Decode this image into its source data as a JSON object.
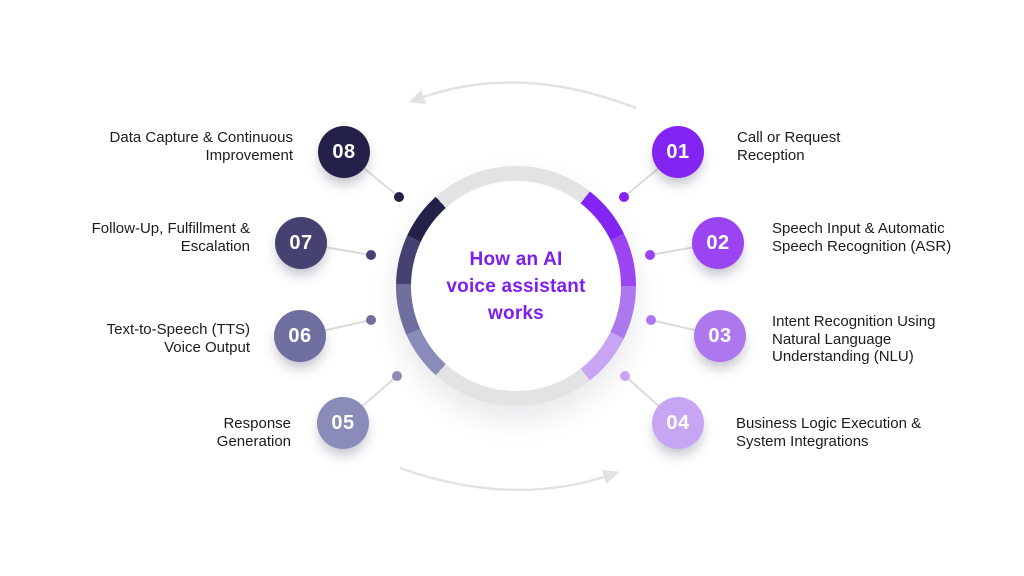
{
  "title": {
    "lines": [
      "How an AI",
      "voice assistant",
      "works"
    ],
    "color": "#7D1EEF"
  },
  "steps": [
    {
      "number": "01",
      "label_lines": [
        "Call or Request",
        "Reception"
      ],
      "color": "#8224F2"
    },
    {
      "number": "02",
      "label_lines": [
        "Speech Input & Automatic",
        "Speech Recognition (ASR)"
      ],
      "color": "#9B45F2"
    },
    {
      "number": "03",
      "label_lines": [
        "Intent Recognition Using",
        "Natural Language",
        "Understanding (NLU)"
      ],
      "color": "#AD78EE"
    },
    {
      "number": "04",
      "label_lines": [
        "Business Logic Execution &",
        "System Integrations"
      ],
      "color": "#C7A5F2"
    },
    {
      "number": "05",
      "label_lines": [
        "Response",
        "Generation"
      ],
      "color": "#8B8BBA"
    },
    {
      "number": "06",
      "label_lines": [
        "Text-to-Speech (TTS)",
        "Voice Output"
      ],
      "color": "#6E6E9F"
    },
    {
      "number": "07",
      "label_lines": [
        "Follow-Up, Fulfillment &",
        "Escalation"
      ],
      "color": "#454272"
    },
    {
      "number": "08",
      "label_lines": [
        "Data Capture & Continuous",
        "Improvement"
      ],
      "color": "#232148"
    }
  ],
  "ring": {
    "track_color": "#E3E3E3"
  },
  "connectors": {
    "color": "#DBDBDB"
  },
  "arrows": {
    "color": "#E2E2E2"
  },
  "text_color": "#1C1C1E"
}
